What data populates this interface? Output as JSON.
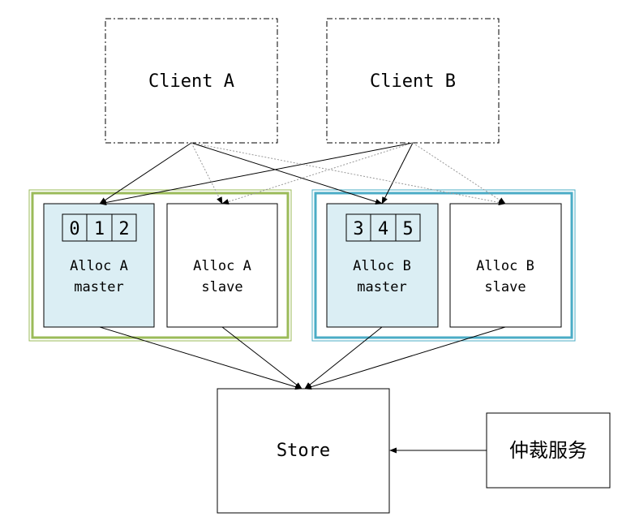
{
  "clients": [
    {
      "label": "Client A"
    },
    {
      "label": "Client B"
    }
  ],
  "groups": [
    {
      "border_color": "#9bbb59",
      "master": {
        "line1": "Alloc A",
        "line2": "master",
        "slots": [
          "0",
          "1",
          "2"
        ]
      },
      "slave": {
        "line1": "Alloc A",
        "line2": "slave"
      }
    },
    {
      "border_color": "#4bacc6",
      "master": {
        "line1": "Alloc B",
        "line2": "master",
        "slots": [
          "3",
          "4",
          "5"
        ]
      },
      "slave": {
        "line1": "Alloc B",
        "line2": "slave"
      }
    }
  ],
  "store": {
    "label": "Store"
  },
  "arbiter": {
    "label": "仲裁服务"
  },
  "colors": {
    "master_fill": "#dbeef4",
    "line": "#000000",
    "dotted_line": "#999999"
  }
}
